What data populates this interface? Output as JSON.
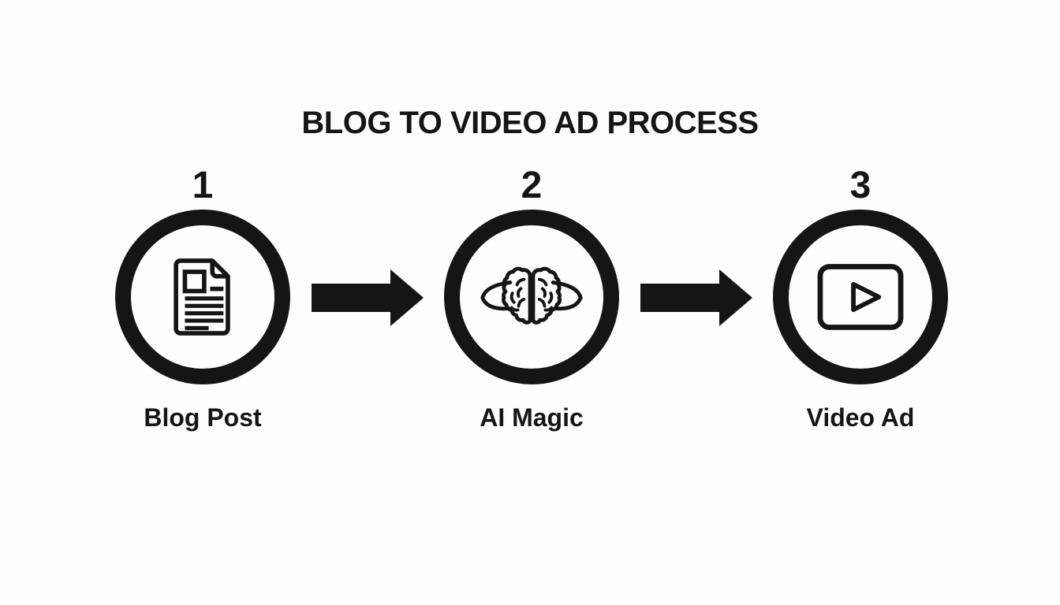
{
  "title": "BLOG TO VIDEO AD PROCESS",
  "steps": [
    {
      "number": "1",
      "label": "Blog Post",
      "icon": "blog-document-icon"
    },
    {
      "number": "2",
      "label": "AI Magic",
      "icon": "ai-brain-icon"
    },
    {
      "number": "3",
      "label": "Video Ad",
      "icon": "video-play-icon"
    }
  ],
  "arrows": [
    {
      "from": "Blog Post",
      "to": "AI Magic"
    },
    {
      "from": "AI Magic",
      "to": "Video Ad"
    }
  ],
  "colors": {
    "ink": "#151515",
    "background": "#fefefe"
  }
}
